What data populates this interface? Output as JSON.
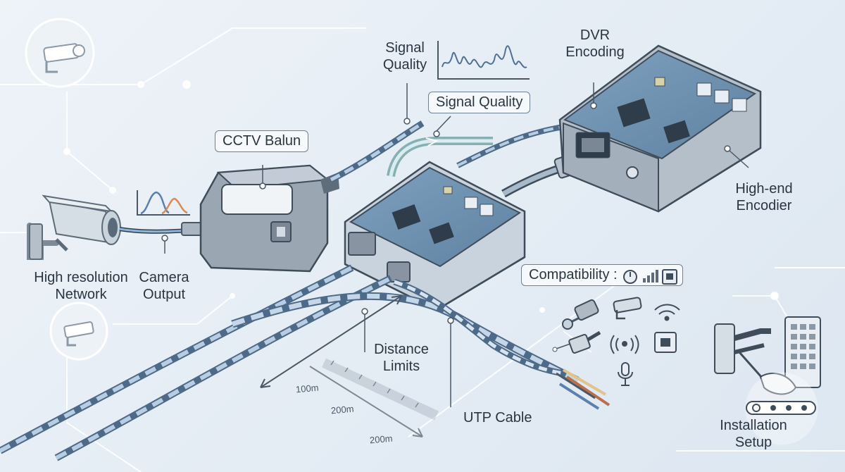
{
  "labels": {
    "high_resolution_network": "High resolution\nNetwork",
    "camera_output": "Camera\nOutput",
    "cctv_balun": "CCTV Balun",
    "signal_quality_top": "Signal\nQuality",
    "signal_quality_box": "Signal Quality",
    "dvr_encoding": "DVR\nEncoding",
    "high_end_encoder": "High-end\nEncodier",
    "compatibility": "Compatibility :",
    "distance_limits": "Distance\nLimits",
    "utp_cable": "UTP Cable",
    "installation_setup": "Installation\nSetup",
    "distance_100": "100m",
    "distance_200a": "200m",
    "distance_200b": "200m"
  },
  "icons": {
    "camera_top": "security-camera-icon",
    "camera_main": "bullet-camera-icon",
    "camera_bottom": "camera-icon",
    "chart": "waveform-chart-icon",
    "compat": [
      "gauge-icon",
      "signal-bars-icon",
      "ethernet-port-icon"
    ],
    "connectors": [
      "bnc-connector-icon",
      "rj45-plug-icon",
      "dome-camera-icon",
      "wifi-icon",
      "broadcast-icon",
      "ethernet-jack-icon",
      "microphone-icon"
    ],
    "install": [
      "wall-bracket-icon",
      "screwdriver-icon",
      "keypad-icon",
      "key-icon"
    ]
  },
  "colors": {
    "background": "#e6edf4",
    "cable_blue": "#8fb4d9",
    "device_gray": "#9aa6b2",
    "pcb_blue": "#6d8fae",
    "outline": "#4a5866"
  }
}
